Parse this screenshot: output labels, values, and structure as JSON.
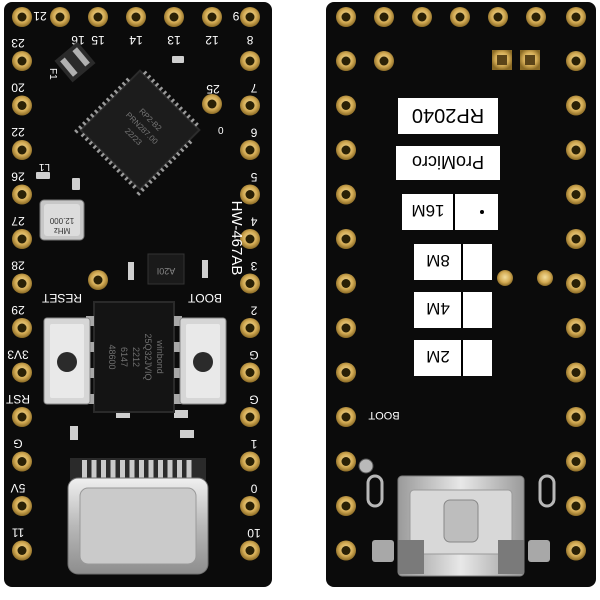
{
  "front": {
    "top_pins": [
      "21",
      "16",
      "15",
      "14",
      "13",
      "12",
      "9",
      "8"
    ],
    "left_pins": [
      "23",
      "20",
      "22",
      "26",
      "27",
      "28",
      "29",
      "3V3",
      "RST",
      "G",
      "5V",
      "11"
    ],
    "right_pins": [
      "7",
      "6",
      "5",
      "4",
      "3",
      "2",
      "G",
      "G",
      "1",
      "0",
      "10"
    ],
    "extra_pin": "25",
    "board_name": "HW-467AB",
    "reset_label": "RESET",
    "boot_label": "BOOT",
    "mcu_text": [
      "RP2-B2",
      "PRN287.00",
      "22/23"
    ],
    "flash_text": [
      "winbond",
      "25Q32JVIQ",
      "2212",
      "6147",
      "48600"
    ],
    "crystal_text": [
      "12.000",
      "MHz"
    ],
    "regulator_text": "A20I",
    "component_labels": [
      "F1",
      "L1"
    ],
    "indicator": "0"
  },
  "back": {
    "chip_label": "RP2040",
    "brand_label": "ProMicro",
    "flash_options": [
      "16M",
      "8M",
      "4M",
      "2M"
    ],
    "boot_label": "BOOT"
  },
  "colors": {
    "pcb": "#0b0b0b",
    "gold": "#d4ac55",
    "silkscreen": "#ffffff",
    "usb_metal": "#b8b8b8"
  }
}
